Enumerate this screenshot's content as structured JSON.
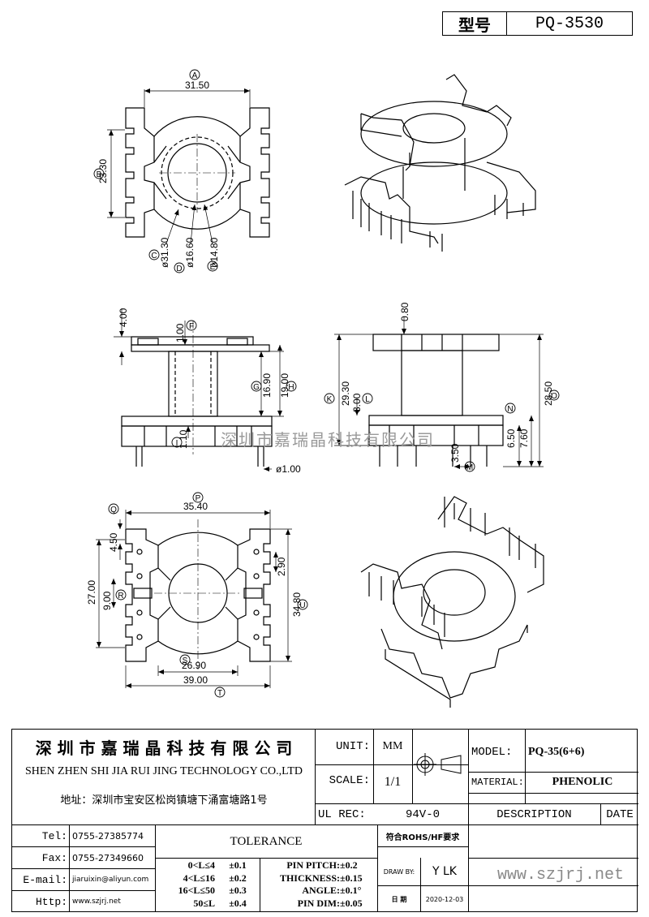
{
  "header": {
    "key_label": "型号",
    "value": "PQ-3530"
  },
  "views": {
    "top": {
      "circles": [
        "A",
        "B",
        "C",
        "D",
        "E"
      ],
      "dims": [
        "31.50",
        "23.30",
        "ø31.30",
        "ø16.60",
        "ø14.80"
      ]
    },
    "front": {
      "circles": [
        "F",
        "G",
        "H",
        "I"
      ],
      "dims": [
        "4.00",
        "1.00",
        "16.90",
        "19.00",
        "1.10",
        "ø1.00"
      ]
    },
    "side": {
      "circles": [
        "K",
        "L",
        "M",
        "N",
        "O"
      ],
      "dims": [
        "0.80",
        "29.30",
        "3.00",
        "28.50",
        "6.50",
        "7.60",
        "3.50"
      ]
    },
    "bottom": {
      "circles": [
        "P",
        "Q",
        "R",
        "S",
        "T",
        "U"
      ],
      "dims": [
        "35.40",
        "4.50",
        "2.90",
        "27.00",
        "9.00",
        "34.80",
        "26.90",
        "39.00"
      ]
    }
  },
  "watermark": "深圳市嘉瑞晶科技有限公司",
  "title_block": {
    "company_cn": "深 圳 市 嘉 瑞 晶 科 技 有 限 公 司",
    "company_en": "SHEN ZHEN SHI  JIA RUI JING  TECHNOLOGY CO.,LTD",
    "address": "地址：深圳市宝安区松岗镇塘下涌富塘路1号",
    "unit_label": "UNIT:",
    "unit_value": "MM",
    "scale_label": "SCALE:",
    "scale_value": "1/1",
    "ul_label": "UL REC:",
    "ul_value": "94V-0",
    "model_label": "MODEL:",
    "model_value": "PQ-35(6+6)",
    "material_label": "MATERIAL:",
    "material_value": "PHENOLIC",
    "description_label": "DESCRIPTION",
    "date_label": "DATE",
    "tel_label": "Tel:",
    "tel_value": "0755-27385774",
    "fax_label": "Fax:",
    "fax_value": "0755-27349660",
    "email_label": "E-mail:",
    "email_value": "jiaruixin@aliyun.com",
    "http_label": "Http:",
    "http_value": "www.szjrj.net",
    "tolerance_label": "TOLERANCE",
    "tol_rows": [
      {
        "range": "0<L≤4",
        "tol": "±0.1",
        "name": "PIN PITCH:",
        "val": "±0.2"
      },
      {
        "range": "4<L≤16",
        "tol": "±0.2",
        "name": "THICKNESS:",
        "val": "±0.15"
      },
      {
        "range": "16<L≤50",
        "tol": "±0.3",
        "name": "ANGLE:",
        "val": "±0.1°"
      },
      {
        "range": "50≤L",
        "tol": "±0.4",
        "name": "PIN DIM:",
        "val": "±0.05"
      }
    ],
    "rohs": "符合ROHS/HF要求",
    "draw_by_label": "DRAW BY:",
    "draw_by_value": "Y LK",
    "date_cn_label": "日 期",
    "date_value": "2020-12-03",
    "website": "www.szjrj.net"
  }
}
